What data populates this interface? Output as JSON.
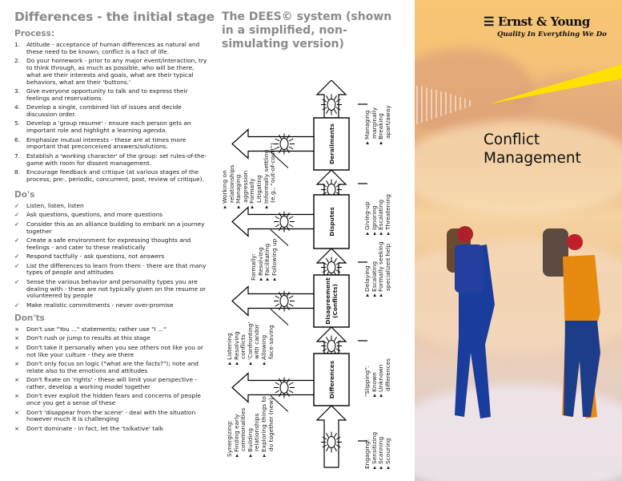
{
  "left": {
    "title": "Differences - the initial stage",
    "process_heading": "Process:",
    "process": [
      {
        "n": "1.",
        "t": "Attitude - acceptance of human differences as natural and these need to be known; conflict is a fact of life."
      },
      {
        "n": "2.",
        "t": "Do your homework - prior to any major event/interaction, try to think through, as much as possible, who will be there, what are their interests and goals, what are their typical behaviors, what are their 'buttons.'"
      },
      {
        "n": "3.",
        "t": "Give everyone opportunity to talk and to express their feelings and reservations."
      },
      {
        "n": "4.",
        "t": "Develop a single, combined list of issues and decide discussion order."
      },
      {
        "n": "5.",
        "t": "Develop a 'group resume' - ensure each person gets an important role and highlight a learning agenda."
      },
      {
        "n": "6.",
        "t": "Emphasize mutual interests - these are at times more important that preconceived answers/solutions."
      },
      {
        "n": "7.",
        "t": "Establish a 'working character' of the group: set rules-of-the-game with room for dissent management."
      },
      {
        "n": "8.",
        "t": "Encourage feedback and critique (at various stages of the process; pre-, periodic, concurrent, post, review of critique)."
      }
    ],
    "dos_heading": "Do's",
    "dos_marker": "✓",
    "dos": [
      "Listen, listen, listen",
      "Ask questions, questions, and more questions",
      "Consider this as an alliance building to embark on a journey together",
      "Create a safe environment for expressing thoughts and feelings - and cater to these realistically",
      "Respond tactfully - ask questions, not answers",
      "List the differences to learn from them - there are that many types of people and attitudes",
      "Sense the various behavior and personality types you are dealing with - these are not typically given on the resume or volunteered by people",
      "Make realistic commitments - never over-promise"
    ],
    "donts_heading": "Don'ts",
    "donts_marker": "×",
    "donts": [
      "Don't use \"You ...\" statements; rather use \"I ...\"",
      "Don't rush or jump to results at this stage",
      "Don't take it personally when you see others not like you or not like your culture - they are there",
      "Don't only focus on logic (\"what are the facts?\"); note and relate also to the emotions and attitudes",
      "Don't fixate on 'rights' - these will limit your perspective - rather, develop a working model together",
      "Don't ever exploit the hidden fears and concerns of people once you get a sense of these",
      "Don't 'disappear from the scene' - deal with the situation however much it is challenging",
      "Don't dominate - in fact, let the 'talkative' talk"
    ]
  },
  "middle": {
    "title": "The DEES© system (shown in a simplified, non-simulating version)",
    "boxes": [
      "Differences",
      "Disagreement (Conflicts)",
      "Disputes",
      "Derailments"
    ],
    "top_labels": [
      [
        "Synergizing:",
        "▸ Finding early",
        "   commonalities",
        "▸ Building",
        "   relationships",
        "▸ Exploring things to",
        "   do together (new)"
      ],
      [
        "▸ Listening",
        "▸ Resolving",
        "   conflicts",
        "▸ 'Confronting'",
        "   with candor",
        "▸ Allowing",
        "   face-saving"
      ],
      [
        "Formally:",
        "▸ Resolving",
        "▸ Facilitating",
        "▸ Following up"
      ],
      [
        "▸ Working on",
        "   relationships",
        "▸ Managing",
        "   aggression",
        "▸ Formally",
        "   Litigating",
        "▸ Informally settling",
        "   (e.g., \"out-of-court\")"
      ]
    ],
    "bottom_labels": [
      [
        "Engaging:",
        "▸ Sensitizing",
        "▸ Scanning",
        "▸ Scouring"
      ],
      [
        "\"Slipping\":",
        "▸ Known",
        "▸ Unknown",
        "   differences"
      ],
      [
        "▸ Delaying",
        "▸ Escalating",
        "▸ Formally seeking",
        "   specialized help"
      ],
      [
        "▸ Giving-up",
        "▸ Ignoring",
        "▸ Escalating",
        "▸ Threatening"
      ],
      [
        "▸ Managing",
        "   marginally",
        "▸ Breaking",
        "   apart/away"
      ]
    ]
  },
  "cover": {
    "brand": "Ernst & Young",
    "tagline": "Quality In Everything We Do",
    "title_line1": "Conflict",
    "title_line2": "Management",
    "beam_color": "#ffe000"
  }
}
